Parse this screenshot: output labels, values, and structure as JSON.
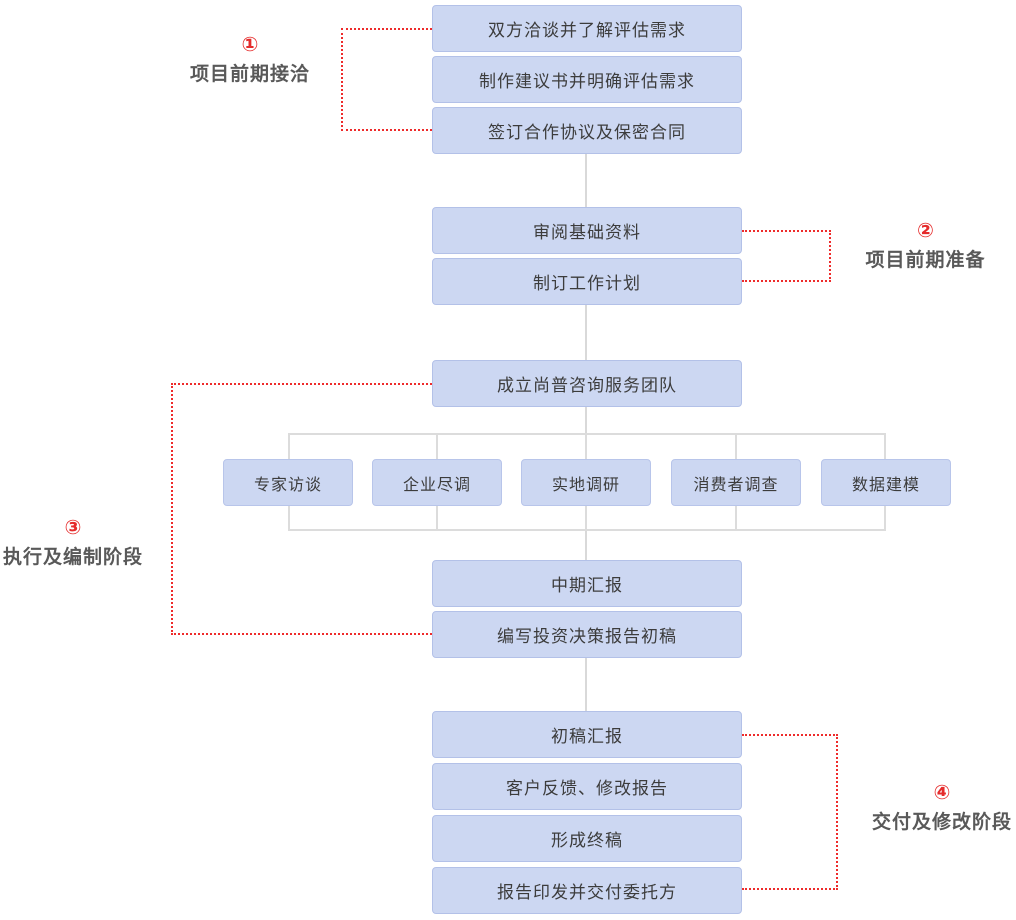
{
  "phases": [
    {
      "number": "①",
      "label": "项目前期接洽"
    },
    {
      "number": "②",
      "label": "项目前期准备"
    },
    {
      "number": "③",
      "label": "执行及编制阶段"
    },
    {
      "number": "④",
      "label": "交付及修改阶段"
    }
  ],
  "stage1": {
    "boxes": [
      "双方洽谈并了解评估需求",
      "制作建议书并明确评估需求",
      "签订合作协议及保密合同"
    ]
  },
  "stage2": {
    "boxes": [
      "审阅基础资料",
      "制订工作计划"
    ]
  },
  "team_box": "成立尚普咨询服务团队",
  "parallel": {
    "boxes": [
      "专家访谈",
      "企业尽调",
      "实地调研",
      "消费者调查",
      "数据建模"
    ]
  },
  "stage3": {
    "boxes": [
      "中期汇报",
      "编写投资决策报告初稿"
    ]
  },
  "stage4": {
    "boxes": [
      "初稿汇报",
      "客户反馈、修改报告",
      "形成终稿",
      "报告印发并交付委托方"
    ]
  },
  "colors": {
    "box_fill": "#ccd7f2",
    "box_border": "#b3c1e8",
    "connector_gray": "#dcdcdc",
    "bracket_red": "#ee2b2b",
    "phase_number_red": "#e52b2b",
    "phase_label_gray": "#595959",
    "box_text": "#3c3c3c"
  }
}
